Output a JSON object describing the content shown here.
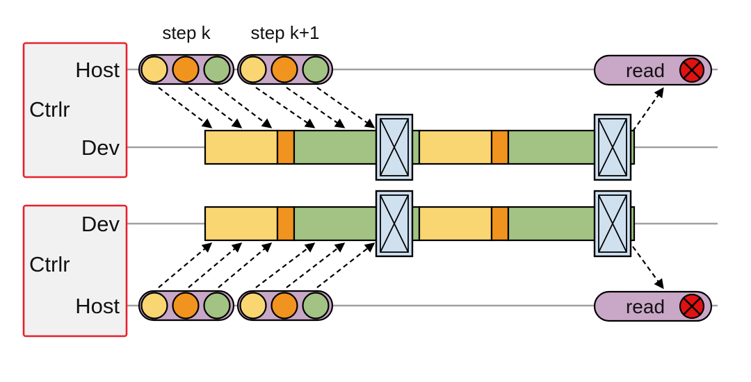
{
  "colors": {
    "yellow": "#F9D671",
    "orange": "#F0931F",
    "green": "#A2C383",
    "mauve": "#C9A7C7",
    "blue": "#CFE0EF",
    "red_accent": "#E8202C",
    "red_icon": "#E01212",
    "gray_line": "#A0A0A0",
    "panel_fill": "#F1F1F1"
  },
  "top_group": {
    "labels": {
      "host": "Host",
      "ctrlr": "Ctrlr",
      "dev": "Dev"
    },
    "read_label": "read"
  },
  "bottom_group": {
    "labels": {
      "dev": "Dev",
      "ctrlr": "Ctrlr",
      "host": "Host"
    },
    "read_label": "read"
  },
  "annotations": {
    "step_k": "step k",
    "step_k1": "step k+1"
  }
}
